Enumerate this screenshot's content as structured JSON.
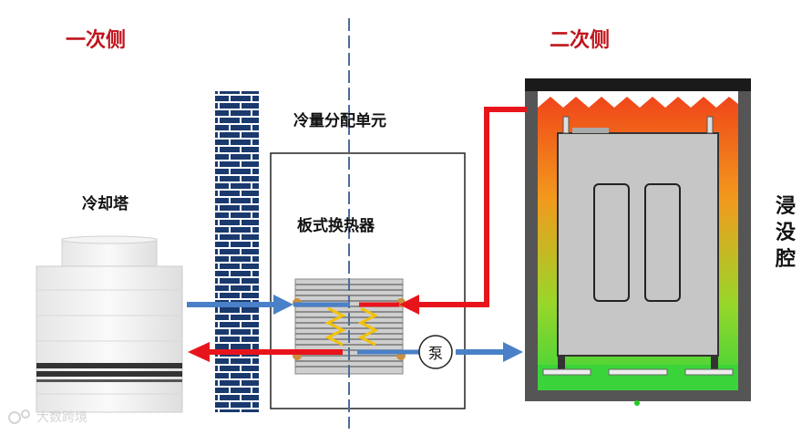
{
  "labels": {
    "primary_side": "一次侧",
    "secondary_side": "二次侧",
    "cdu": "冷量分配单元",
    "plate_heat_exchanger": "板式换热器",
    "cooling_tower": "冷却塔",
    "immersion_tank": "浸没腔",
    "pump": "泵"
  },
  "watermark": "大数跨境",
  "colors": {
    "title_red": "#c0141c",
    "hot_flow": "#e8141c",
    "cold_flow": "#4a80c8",
    "wall_brick": "#1a3a6e",
    "tank_green": "#3ad43a",
    "tank_orange": "#f05a14"
  }
}
